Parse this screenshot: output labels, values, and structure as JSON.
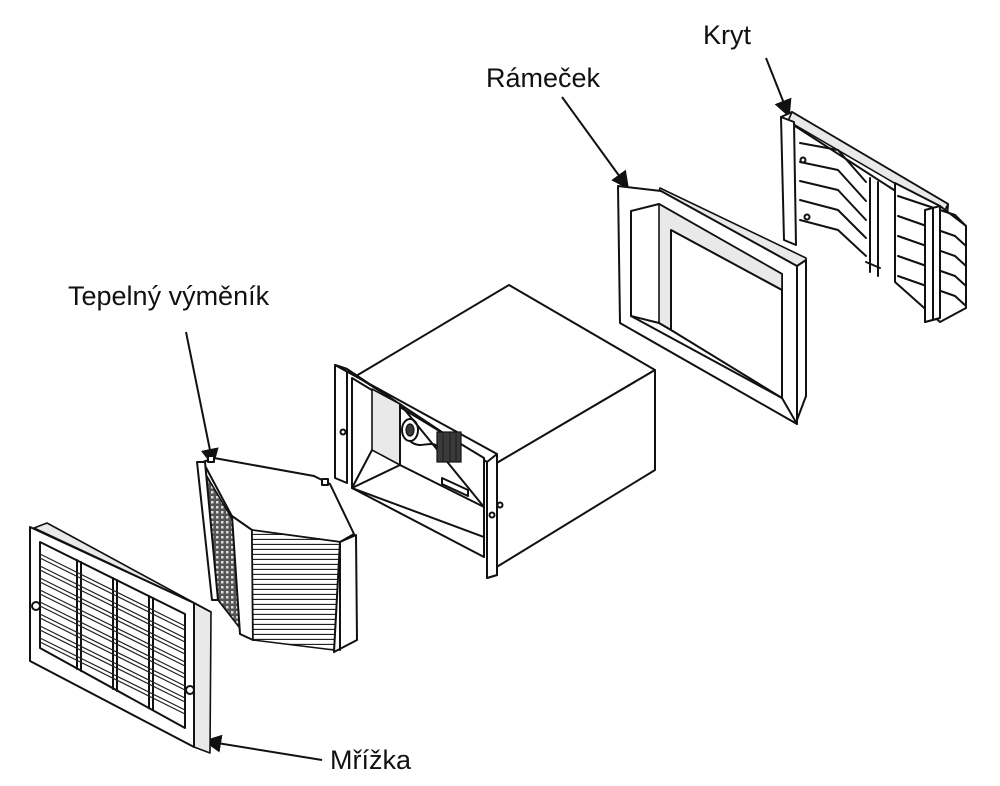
{
  "labels": {
    "kryt": "Kryt",
    "ramecek": "Rámeček",
    "vymenik": "Tepelný výměník",
    "mrizka": "Mřížka"
  }
}
